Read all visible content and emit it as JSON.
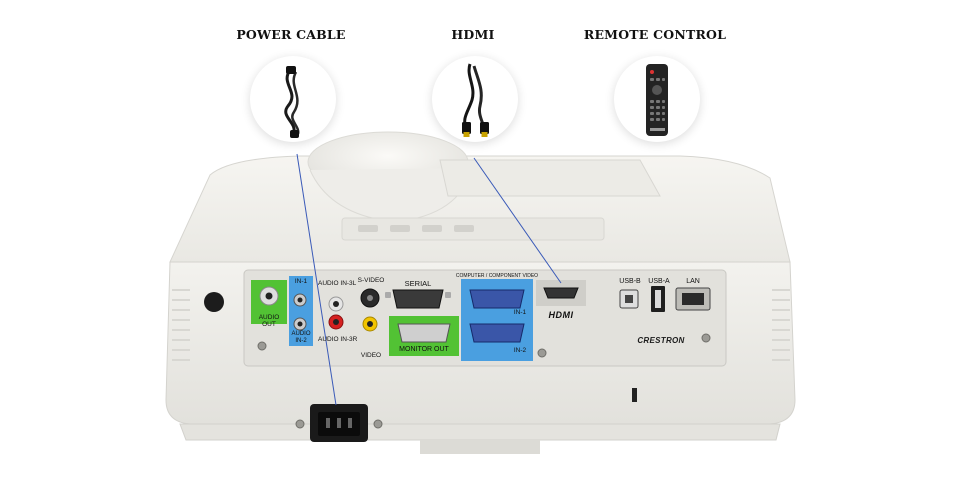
{
  "accessories": [
    {
      "label": "POWER CABLE",
      "icon": "power-cable-icon"
    },
    {
      "label": "HDMI",
      "icon": "hdmi-cable-icon"
    },
    {
      "label": "REMOTE CONTROL",
      "icon": "remote-control-icon"
    }
  ],
  "panel": {
    "audio_out": "AUDIO OUT",
    "in1": "IN-1",
    "audio_in2_top": "AUDIO",
    "audio_in2_bottom": "IN-2",
    "audio_in3l": "AUDIO IN-3L",
    "audio_in3r": "AUDIO IN-3R",
    "svideo": "S-VIDEO",
    "video": "VIDEO",
    "serial": "SERIAL",
    "monitor_out": "MONITOR OUT",
    "computer_component": "COMPUTER / COMPONENT VIDEO",
    "vga_in1": "IN-1",
    "vga_in2": "IN-2",
    "hdmi": "HDMI",
    "usb_b": "USB-B",
    "usb_a": "USB-A",
    "lan": "LAN",
    "crestron": "CRESTRON"
  },
  "colors": {
    "green": "#52c234",
    "blue": "#4a9fe0",
    "body": "#ecebe7",
    "panel": "#e4e3de"
  }
}
